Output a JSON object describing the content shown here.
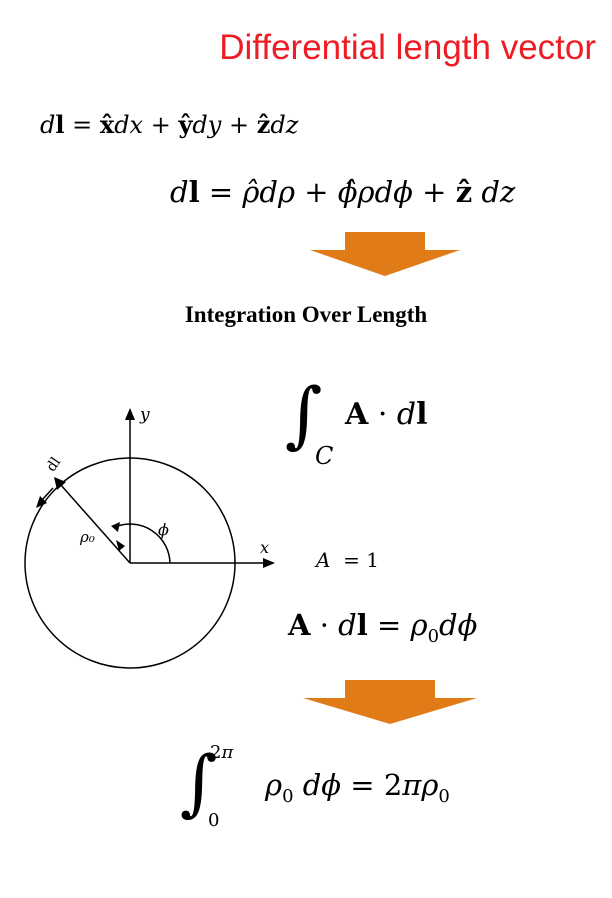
{
  "title": "Differential length vector",
  "heading": "Integration Over Length",
  "accent_color": "#ee1c25",
  "arrow_color": "#e07b18",
  "diagram": {
    "x_axis_label": "x",
    "y_axis_label": "y",
    "radius_label": "ρ₀",
    "angle_label": "ϕ",
    "tangent_label": "dl"
  },
  "equations": {
    "cartesian": "dl = x̂dx + ŷdy + ẑdz",
    "cylindrical": "dl = ρ̂dρ + ϕ̂ρdϕ + ẑ dz",
    "line_integral": "∫C A · dl",
    "a_value": "A  = 1",
    "dot_product": "A · dl = ρ₀dϕ",
    "result": "∫₀²ᵖ ρ₀ dϕ = 2πρ₀"
  }
}
